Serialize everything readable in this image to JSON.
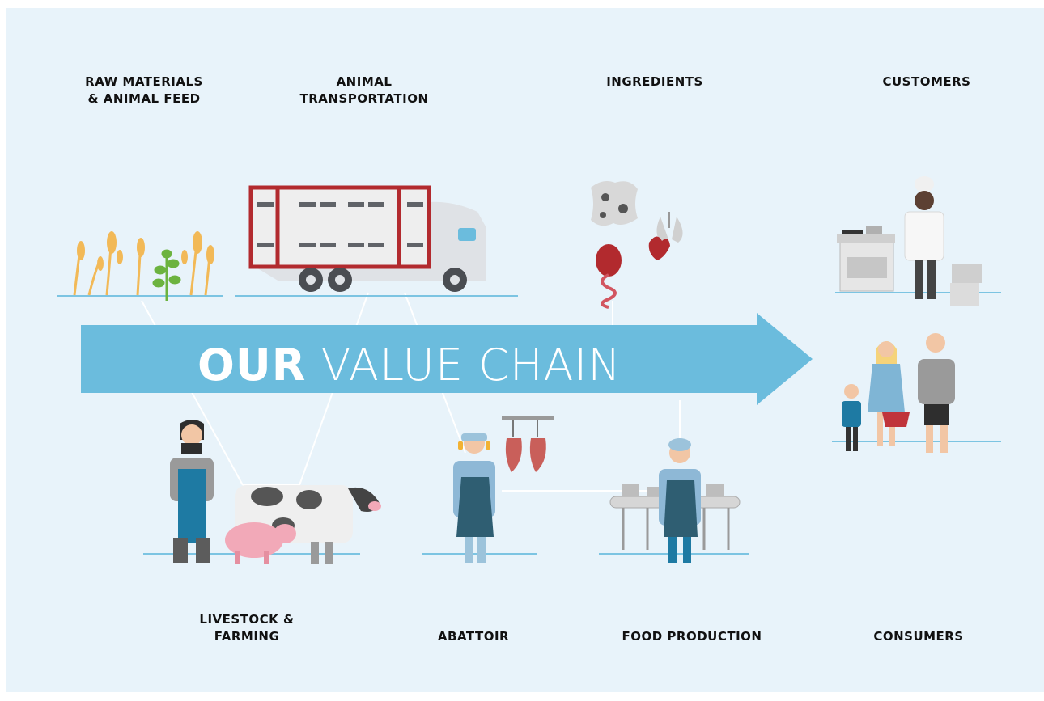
{
  "title": {
    "strong": "OUR",
    "light": "VALUE CHAIN"
  },
  "stages": {
    "raw_materials": "RAW MATERIALS\n& ANIMAL FEED",
    "animal_transportation": "ANIMAL\nTRANSPORTATION",
    "ingredients": "INGREDIENTS",
    "customers": "CUSTOMERS",
    "livestock": "LIVESTOCK &\nFARMING",
    "abattoir": "ABATTOIR",
    "food_production": "FOOD PRODUCTION",
    "consumers": "CONSUMERS"
  },
  "colors": {
    "background": "#e8f3fa",
    "arrow": "#6bbcdd",
    "ground_line": "#7cc4e2",
    "connector": "#ffffff",
    "brand_red": "#b22a2e"
  }
}
